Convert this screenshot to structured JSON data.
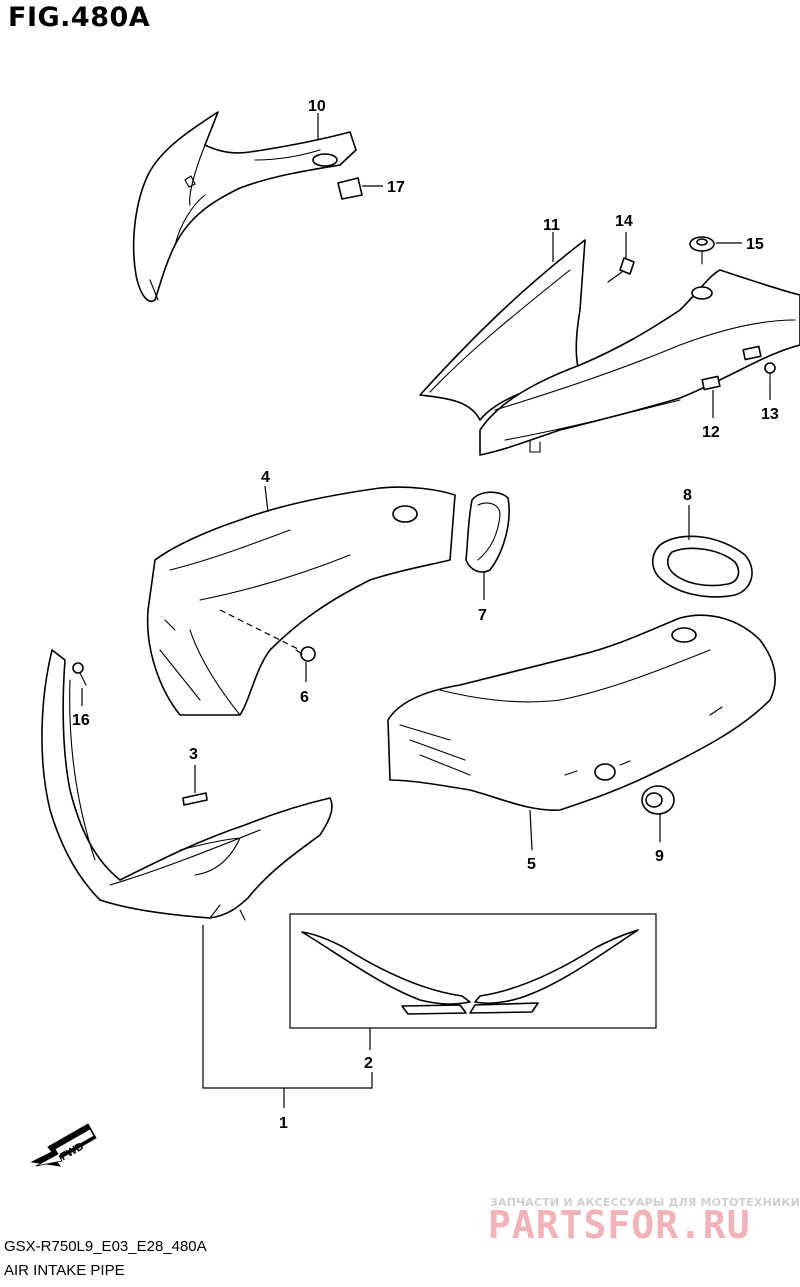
{
  "figure": {
    "title": "FIG.480A"
  },
  "callouts": [
    {
      "id": "c1",
      "label": "1"
    },
    {
      "id": "c2",
      "label": "2"
    },
    {
      "id": "c3",
      "label": "3"
    },
    {
      "id": "c4",
      "label": "4"
    },
    {
      "id": "c5",
      "label": "5"
    },
    {
      "id": "c6",
      "label": "6"
    },
    {
      "id": "c7",
      "label": "7"
    },
    {
      "id": "c8",
      "label": "8"
    },
    {
      "id": "c9",
      "label": "9"
    },
    {
      "id": "c10",
      "label": "10"
    },
    {
      "id": "c11",
      "label": "11"
    },
    {
      "id": "c12",
      "label": "12"
    },
    {
      "id": "c13",
      "label": "13"
    },
    {
      "id": "c14",
      "label": "14"
    },
    {
      "id": "c15",
      "label": "15"
    },
    {
      "id": "c16",
      "label": "16"
    },
    {
      "id": "c17",
      "label": "17"
    }
  ],
  "direction_marker": {
    "label": "FWD"
  },
  "footer": {
    "model_code": "GSX-R750L9_E03_E28_480A",
    "section_name": "AIR INTAKE PIPE"
  },
  "watermark": {
    "tagline": "ЗАПЧАСТИ И АКСЕССУАРЫ ДЛЯ МОТОТЕХНИКИ",
    "brand": "PARTSFOR.RU"
  }
}
